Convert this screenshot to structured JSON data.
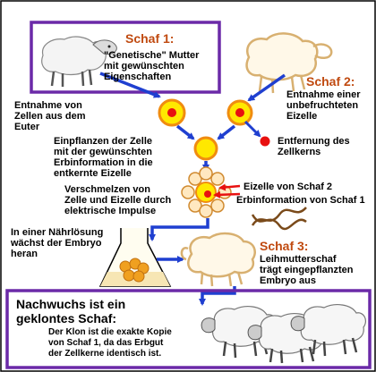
{
  "colors": {
    "frame_purple": "#6b2aa8",
    "arrow_blue": "#1f3fd0",
    "cell_yellow": "#ffe800",
    "cell_orange": "#f08c10",
    "nucleus_red": "#e81010",
    "header_orange": "#c04a10",
    "sheep_outline": "#d8b070",
    "dna_brown": "#7a4a1a",
    "flask_gold": "#e0a030"
  },
  "sheep1": {
    "title": "Schaf 1:",
    "desc_line1": "\"Genetische\" Mutter",
    "desc_line2": "mit gewünschten",
    "desc_line3": "Eigenschaften"
  },
  "sheep2": {
    "title": "Schaf 2:",
    "desc_line1": "Entnahme einer",
    "desc_line2": "unbefruchteten",
    "desc_line3": "Eizelle"
  },
  "steps": {
    "udder_line1": "Entnahme von",
    "udder_line2": "Zellen aus dem",
    "udder_line3": "Euter",
    "nucleus_removal_line1": "Entfernung des",
    "nucleus_removal_line2": "Zellkerns",
    "implant_line1": "Einpflanzen der Zelle",
    "implant_line2": "mit der gewünschten",
    "implant_line3": "Erbinformation in die",
    "implant_line4": "entkernte Eizelle",
    "egg_label": "Eizelle von Schaf 2",
    "gene_label": "Erbinformation von Schaf 1",
    "fuse_line1": "Verschmelzen von",
    "fuse_line2": "Zelle und Eizelle durch",
    "fuse_line3": "elektrische Impulse",
    "culture_line1": "In einer Nährlösung",
    "culture_line2": "wächst der Embryo",
    "culture_line3": "heran"
  },
  "sheep3": {
    "title": "Schaf 3:",
    "desc_line1": "Leihmutterschaf",
    "desc_line2": "trägt eingepflanzten",
    "desc_line3": "Embryo aus"
  },
  "result": {
    "title_line1": "Nachwuchs ist ein",
    "title_line2": "geklontes Schaf:",
    "desc_line1": "Der Klon ist die exakte Kopie",
    "desc_line2": "von Schaf 1, da das Erbgut",
    "desc_line3": "der Zellkerne identisch ist."
  }
}
